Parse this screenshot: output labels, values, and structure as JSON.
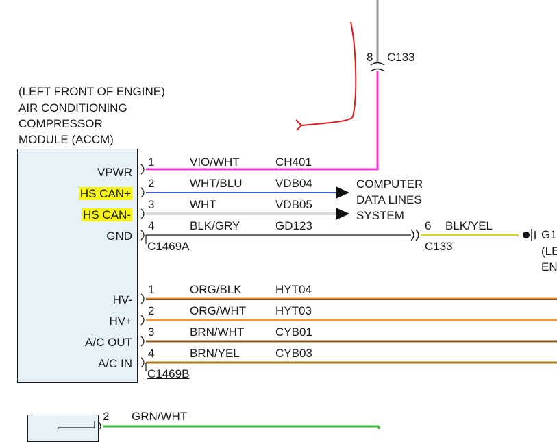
{
  "module": {
    "title_lines": [
      "(LEFT FRONT OF ENGINE)",
      "AIR CONDITIONING",
      "COMPRESSOR",
      "MODULE (ACCM)"
    ],
    "pins_a": [
      {
        "label": "VPWR",
        "pin": "1",
        "color": "VIO/WHT",
        "circuit": "CH401",
        "highlight": false
      },
      {
        "label": "HS CAN+",
        "pin": "2",
        "color": "WHT/BLU",
        "circuit": "VDB04",
        "highlight": true
      },
      {
        "label": "HS CAN-",
        "pin": "3",
        "color": "WHT",
        "circuit": "VDB05",
        "highlight": true
      },
      {
        "label": "GND",
        "pin": "4",
        "color": "BLK/GRY",
        "circuit": "GD123",
        "highlight": false
      }
    ],
    "connector_a": "C1469A",
    "pins_b": [
      {
        "label": "HV-",
        "pin": "1",
        "color": "ORG/BLK",
        "circuit": "HYT04"
      },
      {
        "label": "HV+",
        "pin": "2",
        "color": "ORG/WHT",
        "circuit": "HYT03"
      },
      {
        "label": "A/C OUT",
        "pin": "3",
        "color": "BRN/WHT",
        "circuit": "CYB01"
      },
      {
        "label": "A/C IN",
        "pin": "4",
        "color": "BRN/YEL",
        "circuit": "CYB03"
      }
    ],
    "connector_b": "C1469B"
  },
  "top_connector": {
    "pin": "8",
    "name": "C133"
  },
  "data_lines_lines": [
    "COMPUTER",
    "DATA LINES",
    "SYSTEM"
  ],
  "ground_splice": {
    "pin": "6",
    "color": "BLK/YEL",
    "connector": "C133"
  },
  "ground_label_lines": [
    "G1",
    "(LE",
    "EN"
  ],
  "bottom_wire": {
    "pin": "2",
    "color": "GRN/WHT"
  },
  "wire_colors": {
    "vio_wht": "#ff33dd",
    "wht_blu": "#3f5fe0",
    "wht": "#d8d8d8",
    "blk_gry": "#6a6a6a",
    "blk_yel": "#d9d422",
    "org_blk": "#f08c2a",
    "org_wht": "#f59a3a",
    "brn_wht": "#8b5a1e",
    "brn_yel": "#b07818",
    "grn_wht": "#3cb43c",
    "annotation": "#e01818",
    "highlight": "#f6f317"
  }
}
